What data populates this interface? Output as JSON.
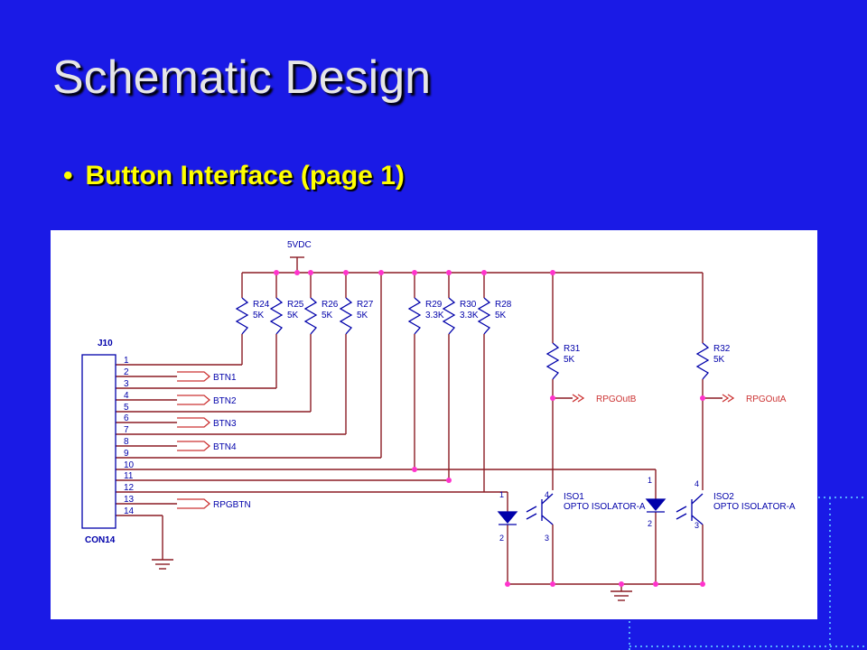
{
  "title": "Schematic Design",
  "bullet": "Button Interface (page 1)",
  "colors": {
    "background": "#1a1ae6",
    "title": "#e6e6e6",
    "bullet": "#ffff00",
    "wire": "#8b1c24",
    "junction": "#ff33cc",
    "component": "#0000aa",
    "port": "#cc3333"
  },
  "schematic": {
    "power_label": "5VDC",
    "connector": {
      "ref": "J10",
      "part": "CON14",
      "pins": [
        "1",
        "2",
        "3",
        "4",
        "5",
        "6",
        "7",
        "8",
        "9",
        "10",
        "11",
        "12",
        "13",
        "14"
      ]
    },
    "resistors": [
      {
        "ref": "R24",
        "value": "5K"
      },
      {
        "ref": "R25",
        "value": "5K"
      },
      {
        "ref": "R26",
        "value": "5K"
      },
      {
        "ref": "R27",
        "value": "5K"
      },
      {
        "ref": "R29",
        "value": "3.3K"
      },
      {
        "ref": "R30",
        "value": "3.3K"
      },
      {
        "ref": "R28",
        "value": "5K"
      },
      {
        "ref": "R31",
        "value": "5K"
      },
      {
        "ref": "R32",
        "value": "5K"
      }
    ],
    "ports": [
      "BTN1",
      "BTN2",
      "BTN3",
      "BTN4",
      "RPGBTN"
    ],
    "outputs": [
      "RPGOutB",
      "RPGOutA"
    ],
    "isolators": [
      {
        "ref": "ISO1",
        "part": "OPTO ISOLATOR-A",
        "pins": [
          "1",
          "2",
          "3",
          "4"
        ]
      },
      {
        "ref": "ISO2",
        "part": "OPTO ISOLATOR-A",
        "pins": [
          "1",
          "2",
          "3",
          "4"
        ]
      }
    ]
  }
}
